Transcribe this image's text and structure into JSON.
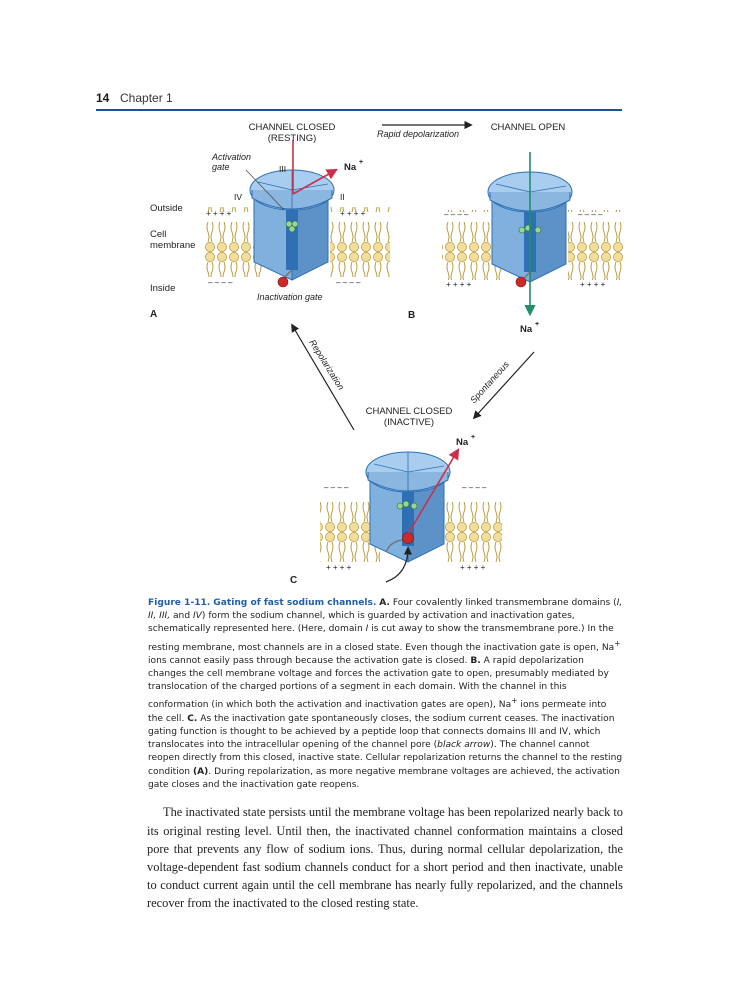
{
  "header": {
    "page_number": "14",
    "chapter": "Chapter 1"
  },
  "figure": {
    "state_a_title_1": "CHANNEL CLOSED",
    "state_a_title_2": "(RESTING)",
    "state_b_title": "CHANNEL OPEN",
    "state_c_title_1": "CHANNEL CLOSED",
    "state_c_title_2": "(INACTIVE)",
    "arrow_ab_label": "Rapid depolarization",
    "arrow_bc_label": "Spontaneous",
    "arrow_ca_label": "Repolarization",
    "activation_gate_1": "Activation",
    "activation_gate_2": "gate",
    "inactivation_gate": "Inactivation gate",
    "domain_2": "II",
    "domain_3": "III",
    "domain_4": "IV",
    "outside": "Outside",
    "cell_membrane_1": "Cell",
    "cell_membrane_2": "membrane",
    "inside": "Inside",
    "na": "Na",
    "na_charge": "+",
    "panel_a": "A",
    "panel_b": "B",
    "panel_c": "C",
    "plus": "+ + + +",
    "minus": "– – – –",
    "colors": {
      "channel": "#8ab6e0",
      "channel_dark": "#2f6fb4",
      "lipid_head": "#f3dd9a",
      "gate_ball": "#c92b2b",
      "ion_arrow": "#c9304a",
      "ion_open": "#1f8f6a",
      "blue_accent": "#1f5fa8"
    }
  },
  "caption": {
    "label": "Figure 1-11.",
    "title": "Gating of fast sodium channels.",
    "a": "A.",
    "t1": " Four covalently linked transmembrane domains (",
    "i1": "I, II, III,",
    "t2": " and ",
    "i2": "IV",
    "t3": ") form the sodium channel, which is guarded by activation and inactivation gates, schematically represented here. (Here, domain ",
    "i3": "I",
    "t4": " is cut away to show the transmembrane pore.) In the resting membrane, most channels are in a closed state. Even though the inactivation gate is open, Na",
    "sup1": "+",
    "t5": " ions cannot easily pass through because the activation gate is closed. ",
    "b": "B.",
    "t6": " A rapid depolarization changes the cell membrane voltage and forces the activation gate to open, presumably mediated by translocation of the charged portions of a segment in each domain. With the channel in this conformation (in which both the activation and inactivation gates are open), Na",
    "sup2": "+",
    "t7": " ions permeate into the cell. ",
    "c": "C.",
    "t8": " As the inactivation gate spontaneously closes, the sodium current ceases. The inactivation gating function is thought to be achieved by a peptide loop that connects domains III and IV, which translocates into the intracellular opening of the channel pore (",
    "i4": "black arrow",
    "t9": "). The channel cannot reopen directly from this closed, inactive state. Cellular repolarization returns the channel to the resting condition ",
    "ref_a": "(A)",
    "t10": ". During repolarization, as more negative membrane voltages are achieved, the activation gate closes and the inactivation gate reopens."
  },
  "body_paragraph": "The inactivated state persists until the membrane voltage has been repolarized nearly back to its original resting level. Until then, the inactivated channel conformation maintains a closed pore that prevents any flow of sodium ions. Thus, during normal cellular depolarization, the voltage-dependent fast sodium channels conduct for a short period and then inactivate, unable to conduct current again until the cell membrane has nearly fully repolarized, and the channels recover from the inactivated to the closed resting state."
}
